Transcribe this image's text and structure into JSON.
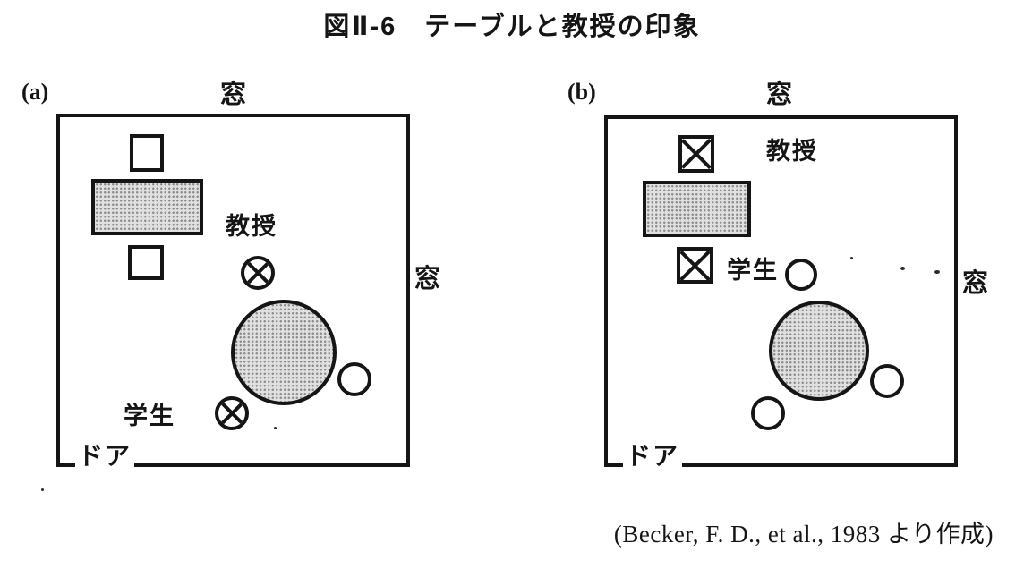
{
  "figure": {
    "title": "図Ⅱ-6　テーブルと教授の印象",
    "citation": "(Becker, F. D., et al., 1983 より作成)"
  },
  "labels": {
    "window": "窓",
    "door": "ドア",
    "professor": "教授",
    "student": "学生"
  },
  "panels": [
    {
      "letter": "(a)"
    },
    {
      "letter": "(b)"
    }
  ],
  "colors": {
    "ink": "#151515",
    "table_fill": "#e0e0e0",
    "paper": "#ffffff"
  }
}
